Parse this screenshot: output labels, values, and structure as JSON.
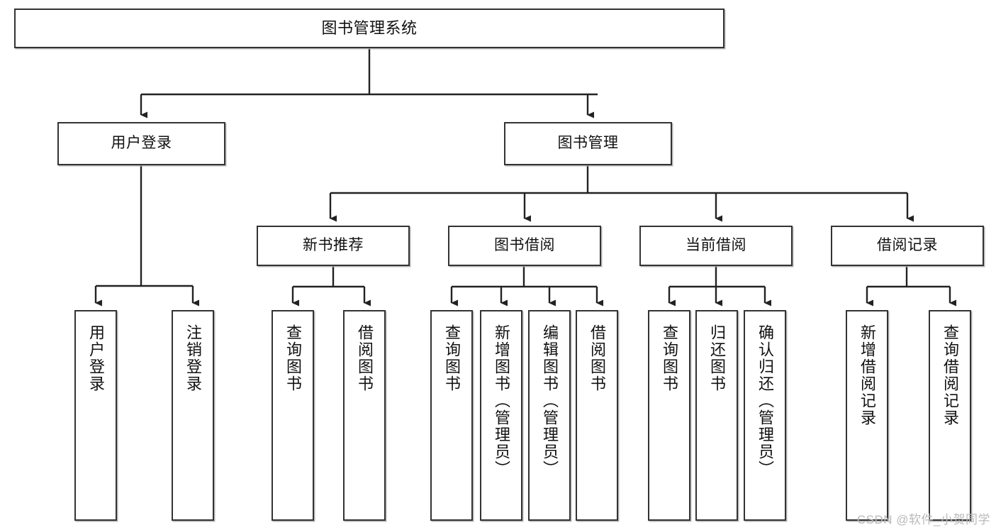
{
  "diagram": {
    "type": "tree-hierarchy",
    "title": "图书管理系统",
    "watermark": "CSDN @软件_小贺同学",
    "colors": {
      "box_border": "#333333",
      "box_fill": "#ffffff",
      "edge": "#222222",
      "text": "#111111",
      "watermark": "#b9b9b9"
    },
    "nodes": {
      "root": {
        "label": "图书管理系统",
        "level": 1,
        "orientation": "horizontal"
      },
      "user_login": {
        "label": "用户登录",
        "level": 2,
        "orientation": "horizontal"
      },
      "book_manage": {
        "label": "图书管理",
        "level": 2,
        "orientation": "horizontal"
      },
      "new_book_rec": {
        "label": "新书推荐",
        "level": 3,
        "orientation": "horizontal"
      },
      "book_borrow": {
        "label": "图书借阅",
        "level": 3,
        "orientation": "horizontal"
      },
      "current_borrow": {
        "label": "当前借阅",
        "level": 3,
        "orientation": "horizontal"
      },
      "borrow_record": {
        "label": "借阅记录",
        "level": 3,
        "orientation": "horizontal"
      },
      "leaf_user_login": {
        "label": "用户登录",
        "level": 4,
        "orientation": "vertical"
      },
      "leaf_logout": {
        "label": "注销登录",
        "level": 4,
        "orientation": "vertical"
      },
      "leaf_query_book_1": {
        "label": "查询图书",
        "level": 4,
        "orientation": "vertical"
      },
      "leaf_borrow_book_1": {
        "label": "借阅图书",
        "level": 4,
        "orientation": "vertical"
      },
      "leaf_query_book_2": {
        "label": "查询图书",
        "level": 4,
        "orientation": "vertical"
      },
      "leaf_add_book": {
        "label": "新增图书（管理员）",
        "level": 4,
        "orientation": "vertical"
      },
      "leaf_edit_book": {
        "label": "编辑图书（管理员）",
        "level": 4,
        "orientation": "vertical"
      },
      "leaf_borrow_book_2": {
        "label": "借阅图书",
        "level": 4,
        "orientation": "vertical"
      },
      "leaf_query_book_3": {
        "label": "查询图书",
        "level": 4,
        "orientation": "vertical"
      },
      "leaf_return_book": {
        "label": "归还图书",
        "level": 4,
        "orientation": "vertical"
      },
      "leaf_confirm_return": {
        "label": "确认归还（管理员）",
        "level": 4,
        "orientation": "vertical"
      },
      "leaf_add_record": {
        "label": "新增借阅记录",
        "level": 4,
        "orientation": "vertical"
      },
      "leaf_query_record": {
        "label": "查询借阅记录",
        "level": 4,
        "orientation": "vertical"
      }
    },
    "edges": [
      {
        "from": "root",
        "to": "user_login"
      },
      {
        "from": "root",
        "to": "book_manage"
      },
      {
        "from": "user_login",
        "to": "leaf_user_login"
      },
      {
        "from": "user_login",
        "to": "leaf_logout"
      },
      {
        "from": "book_manage",
        "to": "new_book_rec"
      },
      {
        "from": "book_manage",
        "to": "book_borrow"
      },
      {
        "from": "book_manage",
        "to": "current_borrow"
      },
      {
        "from": "book_manage",
        "to": "borrow_record"
      },
      {
        "from": "new_book_rec",
        "to": "leaf_query_book_1"
      },
      {
        "from": "new_book_rec",
        "to": "leaf_borrow_book_1"
      },
      {
        "from": "book_borrow",
        "to": "leaf_query_book_2"
      },
      {
        "from": "book_borrow",
        "to": "leaf_add_book"
      },
      {
        "from": "book_borrow",
        "to": "leaf_edit_book"
      },
      {
        "from": "book_borrow",
        "to": "leaf_borrow_book_2"
      },
      {
        "from": "current_borrow",
        "to": "leaf_query_book_3"
      },
      {
        "from": "current_borrow",
        "to": "leaf_return_book"
      },
      {
        "from": "current_borrow",
        "to": "leaf_confirm_return"
      },
      {
        "from": "borrow_record",
        "to": "leaf_add_record"
      },
      {
        "from": "borrow_record",
        "to": "leaf_query_record"
      }
    ]
  }
}
